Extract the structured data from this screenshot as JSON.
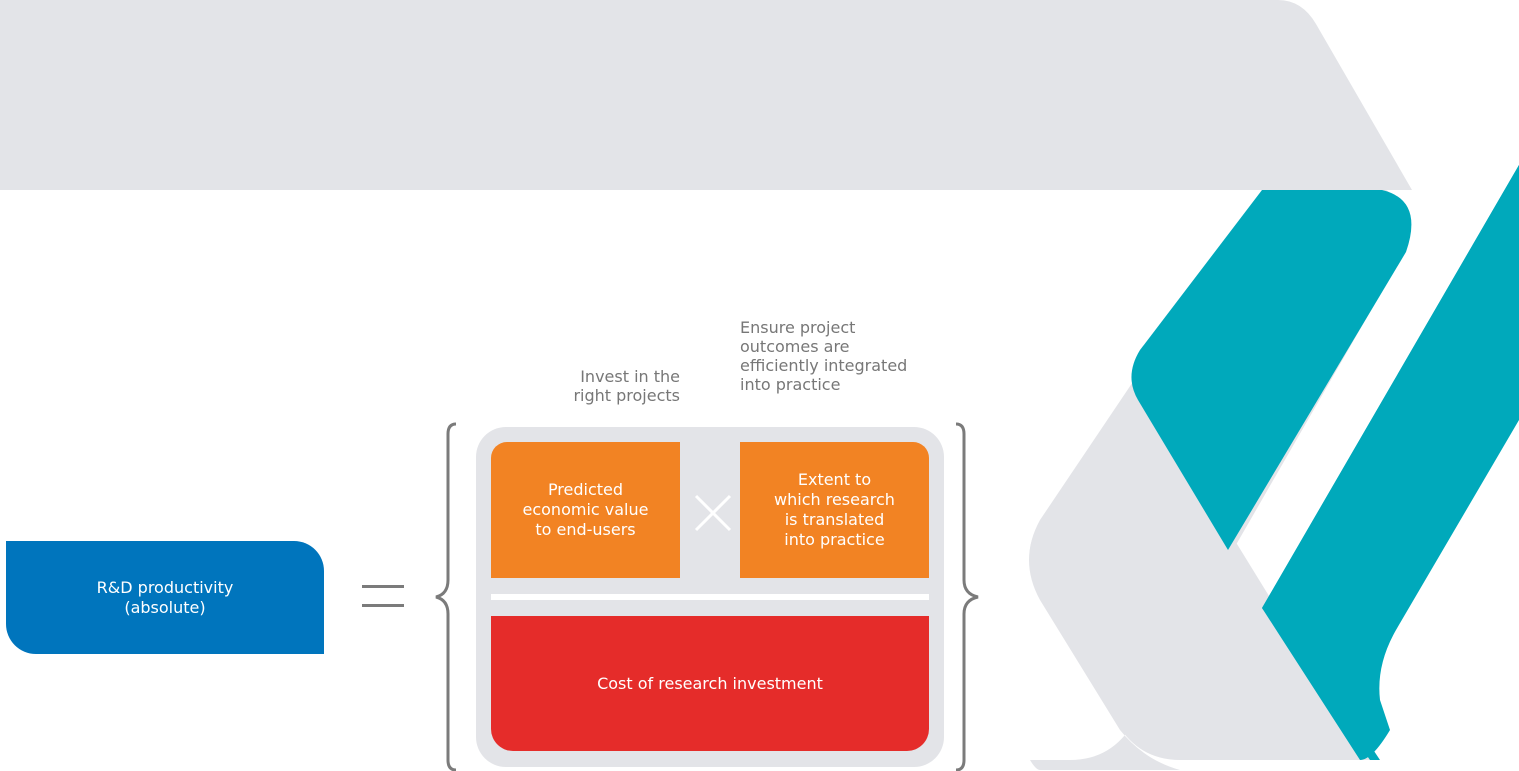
{
  "colors": {
    "grey_band": "#e3e4e8",
    "teal": "#00a9bb",
    "blue": "#0075bd",
    "orange": "#f28323",
    "red": "#e52c2a",
    "bracket": "#7b7b7b",
    "panel": "#e3e4e8"
  },
  "left_box": {
    "label": "R&D productivity\n(absolute)"
  },
  "operators": {
    "equals": "equals",
    "times": "times"
  },
  "captions": {
    "invest": "Invest in the\nright projects",
    "ensure": "Ensure project\noutcomes are\nefficiently integrated\ninto practice"
  },
  "numerator": {
    "left": "Predicted\neconomic value\nto end-users",
    "right": "Extent to\nwhich research\nis translated\ninto practice"
  },
  "denominator": {
    "label": "Cost of research investment"
  }
}
